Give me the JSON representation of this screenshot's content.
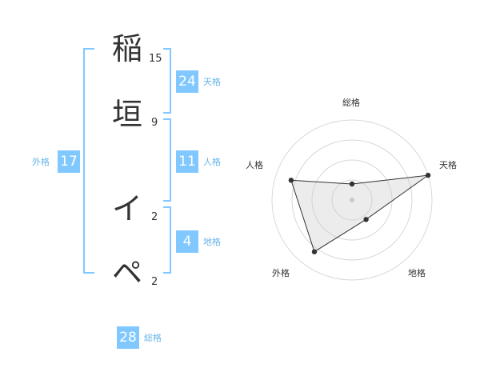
{
  "name": {
    "chars": [
      {
        "char": "稲",
        "strokes": "15"
      },
      {
        "char": "垣",
        "strokes": "9"
      },
      {
        "char": "イ",
        "strokes": "2"
      },
      {
        "char": "ペ",
        "strokes": "2"
      }
    ]
  },
  "kaku": {
    "tenkaku": {
      "value": "24",
      "label": "天格"
    },
    "jinkaku": {
      "value": "11",
      "label": "人格"
    },
    "chikaku": {
      "value": "4",
      "label": "地格"
    },
    "gaikaku": {
      "value": "17",
      "label": "外格"
    },
    "soukaku": {
      "value": "28",
      "label": "総格"
    }
  },
  "colors": {
    "accent": "#80c8ff",
    "label": "#66b4e8",
    "text": "#333333"
  },
  "chart_data": {
    "type": "radar",
    "categories": [
      "総格",
      "天格",
      "地格",
      "外格",
      "人格"
    ],
    "values": [
      0.2,
      1.0,
      0.3,
      0.8,
      0.8
    ],
    "range": [
      0,
      1
    ],
    "rings": 4
  }
}
